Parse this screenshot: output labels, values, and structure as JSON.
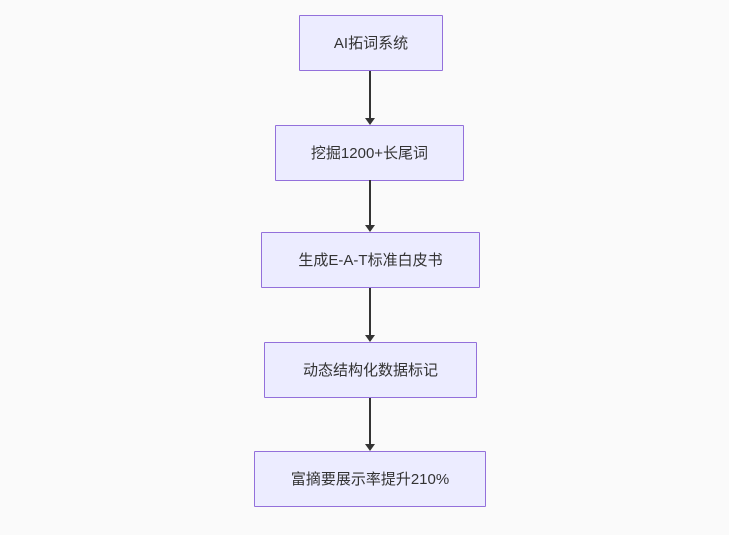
{
  "diagram": {
    "type": "flowchart",
    "direction": "top-down",
    "colors": {
      "background": "#fafafa",
      "node_fill": "#ECECFF",
      "node_border": "#9370DB",
      "arrow": "#333333",
      "text": "#333333"
    },
    "nodes": [
      {
        "label": "AI拓词系统"
      },
      {
        "label": "挖掘1200+长尾词"
      },
      {
        "label": "生成E-A-T标准白皮书"
      },
      {
        "label": "动态结构化数据标记"
      },
      {
        "label": "富摘要展示率提升210%"
      }
    ],
    "edges": [
      {
        "from": 0,
        "to": 1
      },
      {
        "from": 1,
        "to": 2
      },
      {
        "from": 2,
        "to": 3
      },
      {
        "from": 3,
        "to": 4
      }
    ]
  }
}
